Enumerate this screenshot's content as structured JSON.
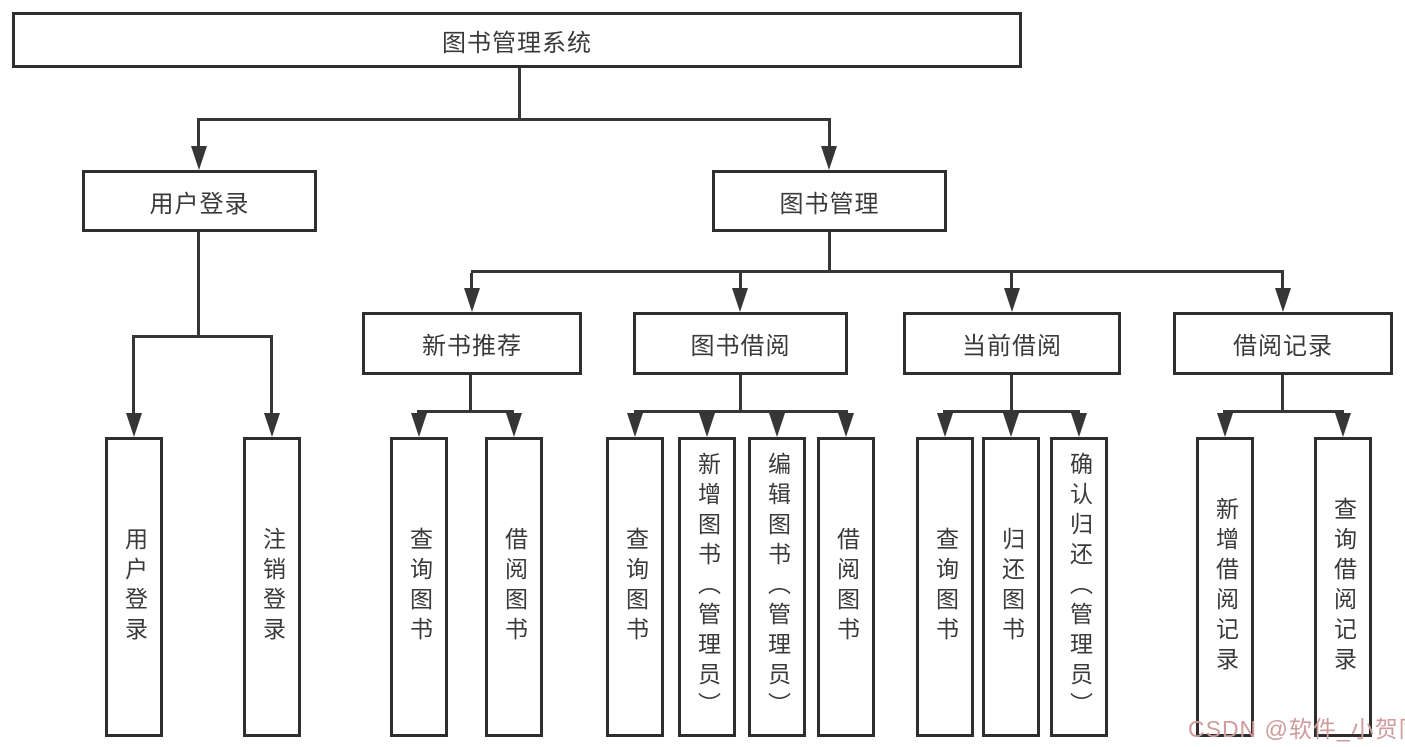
{
  "diagram_type": "hierarchy-tree",
  "tree": {
    "root": {
      "label": "图书管理系统",
      "children": [
        {
          "label": "用户登录",
          "children": [
            {
              "label": "用户登录"
            },
            {
              "label": "注销登录"
            }
          ]
        },
        {
          "label": "图书管理",
          "children": [
            {
              "label": "新书推荐",
              "children": [
                {
                  "label": "查询图书"
                },
                {
                  "label": "借阅图书"
                }
              ]
            },
            {
              "label": "图书借阅",
              "children": [
                {
                  "label": "查询图书"
                },
                {
                  "label": "新增图书（管理员）"
                },
                {
                  "label": "编辑图书（管理员）"
                },
                {
                  "label": "借阅图书"
                }
              ]
            },
            {
              "label": "当前借阅",
              "children": [
                {
                  "label": "查询图书"
                },
                {
                  "label": "归还图书"
                },
                {
                  "label": "确认归还（管理员）"
                }
              ]
            },
            {
              "label": "借阅记录",
              "children": [
                {
                  "label": "新增借阅记录"
                },
                {
                  "label": "查询借阅记录"
                }
              ]
            }
          ]
        }
      ]
    }
  },
  "watermark": {
    "text": "CSDN @软件_小贺同学",
    "color": "#cf9b9b"
  },
  "colors": {
    "background": "#ffffff",
    "box_border": "#2e2e2e",
    "connector": "#363636",
    "text": "#3a3a3a"
  }
}
